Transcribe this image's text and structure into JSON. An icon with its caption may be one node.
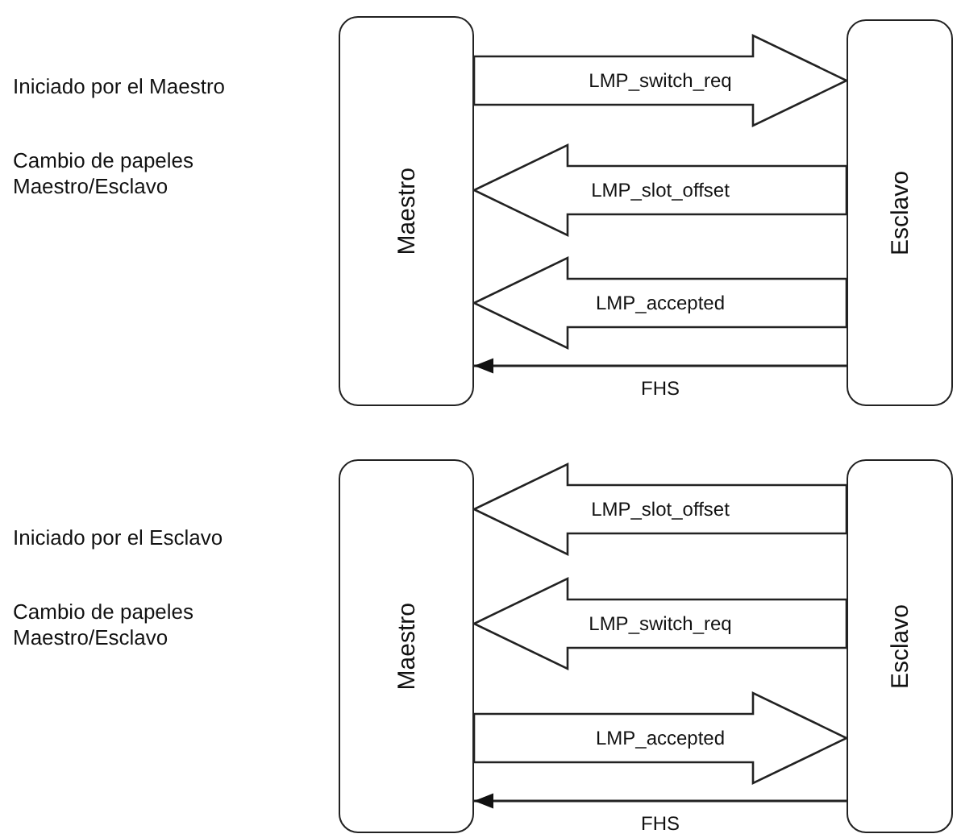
{
  "diagram": {
    "nodes": [
      {
        "text": [
          "Maestro"
        ]
      },
      {
        "text": [
          "Esclavo"
        ]
      },
      {
        "text": [
          "Maestro"
        ]
      },
      {
        "text": [
          "Esclavo"
        ]
      }
    ],
    "edges": [
      {
        "from": 0,
        "to": 1,
        "arrow": "to",
        "label": "LMP_switch_req"
      },
      {
        "from": 1,
        "to": 0,
        "arrow": "to",
        "label": "LMP_slot_offset"
      },
      {
        "from": 1,
        "to": 0,
        "arrow": "to",
        "label": "LMP_accepted"
      },
      {
        "from": 1,
        "to": 0,
        "arrow": "to",
        "label": "FHS"
      },
      {
        "from": 3,
        "to": 2,
        "arrow": "to",
        "label": "LMP_slot_offset"
      },
      {
        "from": 3,
        "to": 2,
        "arrow": "to",
        "label": "LMP_switch_req"
      },
      {
        "from": 2,
        "to": 3,
        "arrow": "to",
        "label": "LMP_accepted"
      },
      {
        "from": 3,
        "to": 2,
        "arrow": "to",
        "label": "FHS"
      }
    ],
    "labels": [
      "Iniciado por el Maestro",
      "Cambio de papeles Maestro/Esclavo",
      "Iniciado por el Esclavo",
      "Cambio de papeles Maestro/Esclavo"
    ]
  }
}
